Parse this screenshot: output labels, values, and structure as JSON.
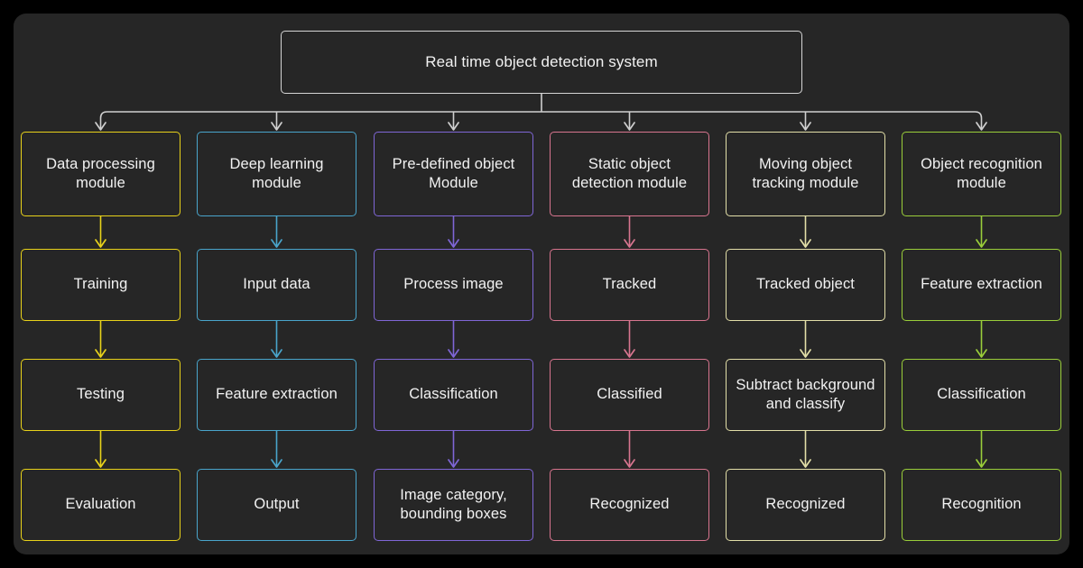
{
  "diagram": {
    "title": "Real time object detection system",
    "background": "#262626",
    "page_background": "#000000",
    "text_color": "#f2f2f2",
    "root_border_color": "#d5d5d5",
    "root": {
      "label": "Real time object detection system"
    },
    "columns": [
      {
        "id": "data-processing",
        "color": "#e8d21a",
        "module": "Data processing\nmodule",
        "steps": [
          "Training",
          "Testing",
          "Evaluation"
        ]
      },
      {
        "id": "deep-learning",
        "color": "#49a5cc",
        "module": "Deep learning\nmodule",
        "steps": [
          "Input data",
          "Feature extraction",
          "Output"
        ]
      },
      {
        "id": "pre-defined-object",
        "color": "#7f66d6",
        "module": "Pre-defined object\nModule",
        "steps": [
          "Process image",
          "Classification",
          "Image category,\nbounding boxes"
        ]
      },
      {
        "id": "static-object-detection",
        "color": "#d8758f",
        "module": "Static object\ndetection module",
        "steps": [
          "Tracked",
          "Classified",
          "Recognized"
        ]
      },
      {
        "id": "moving-object-tracking",
        "color": "#e3dfa8",
        "module": "Moving object\ntracking module",
        "steps": [
          "Tracked object",
          "Subtract background\nand classify",
          "Recognized"
        ]
      },
      {
        "id": "object-recognition",
        "color": "#9ace3a",
        "module": "Object recognition\nmodule",
        "steps": [
          "Feature extraction",
          "Classification",
          "Recognition"
        ]
      }
    ]
  }
}
